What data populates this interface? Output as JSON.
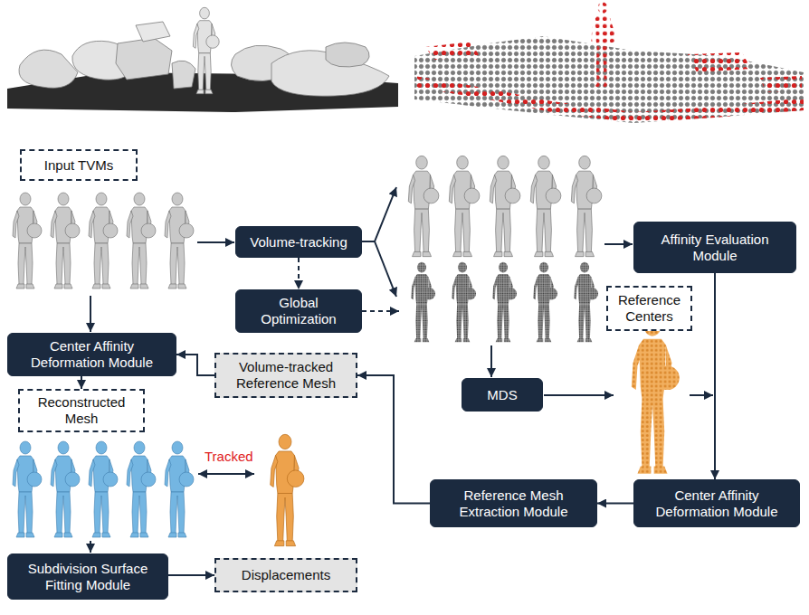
{
  "diagram": {
    "nodes": [
      {
        "text": [
          "Input TVMs"
        ]
      },
      {
        "text": [
          "Volume-tracking"
        ]
      },
      {
        "text": [
          "Global Optimization"
        ]
      },
      {
        "text": [
          "Affinity Evaluation Module"
        ]
      },
      {
        "text": [
          "Reference Centers"
        ]
      },
      {
        "text": [
          "Center Affinity Deformation Module"
        ]
      },
      {
        "text": [
          "Volume-tracked Reference Mesh"
        ]
      },
      {
        "text": [
          "Reconstructed Mesh"
        ]
      },
      {
        "text": [
          "MDS"
        ]
      },
      {
        "text": [
          "Center Affinity Deformation Module"
        ]
      },
      {
        "text": [
          "Reference Mesh Extraction Module"
        ]
      },
      {
        "text": [
          "Subdivision Surface Fitting Module"
        ]
      },
      {
        "text": [
          "Displacements"
        ]
      }
    ],
    "edges": [
      {
        "from": 1,
        "to": 2,
        "arrow": "to"
      },
      {
        "from": 3,
        "to": 9,
        "arrow": "to"
      },
      {
        "from": 9,
        "to": 10,
        "arrow": "to"
      },
      {
        "from": 10,
        "to": 6,
        "arrow": "to"
      },
      {
        "from": 6,
        "to": 5,
        "arrow": "to"
      },
      {
        "from": 5,
        "to": 7,
        "arrow": "to"
      },
      {
        "from": 11,
        "to": 12,
        "arrow": "to"
      }
    ],
    "labels": [
      "Tracked"
    ]
  }
}
